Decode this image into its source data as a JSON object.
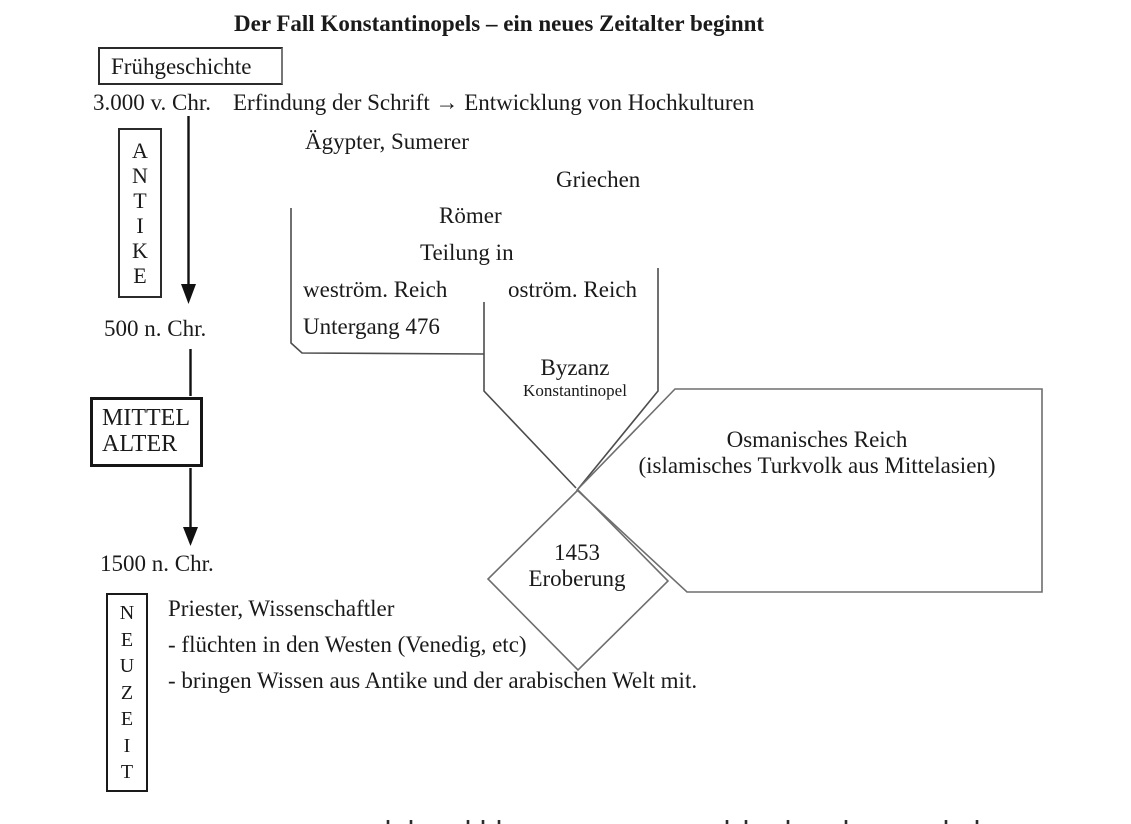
{
  "title": "Der Fall Konstantinopels – ein neues Zeitalter beginnt",
  "boxes": {
    "fruehgeschichte": "Frühgeschichte",
    "antike_letters": "A\nN\nT\nI\nK\nE",
    "mittelalter": "MITTEL\nALTER",
    "neuzeit_letters": "N\nE\nU\nZ\nE\nI\nT"
  },
  "timeline_dates": {
    "d3000": "3.000 v. Chr.",
    "d500": "500 n. Chr.",
    "d1500": "1500 n. Chr."
  },
  "row3000": {
    "text": "Erfindung der Schrift → Entwicklung von Hochkulturen"
  },
  "antiquity": {
    "aegypter": "Ägypter, Sumerer",
    "griechen": "Griechen",
    "roemer": "Römer",
    "teilung": "Teilung in",
    "westroem": "weström. Reich",
    "ostroem": "oström. Reich",
    "untergang": "Untergang 476"
  },
  "byzanz": {
    "name": "Byzanz",
    "city": "Konstantinopel"
  },
  "ottoman": {
    "line1": "Osmanisches Reich",
    "line2": "(islamisches Turkvolk aus Mittelasien)"
  },
  "conquest": {
    "year": "1453",
    "event": "Eroberung"
  },
  "neuzeit_notes": {
    "line1": "Priester, Wissenschaftler",
    "line2": "- flüchten in den Westen (Venedig, etc)",
    "line3": "- bringen Wissen aus Antike und der arabischen Welt mit."
  },
  "colors": {
    "ink": "#1a1a1a",
    "shape_stroke": "#6e6e6e",
    "connector_stroke": "#4d4d4d",
    "background": "#ffffff"
  }
}
